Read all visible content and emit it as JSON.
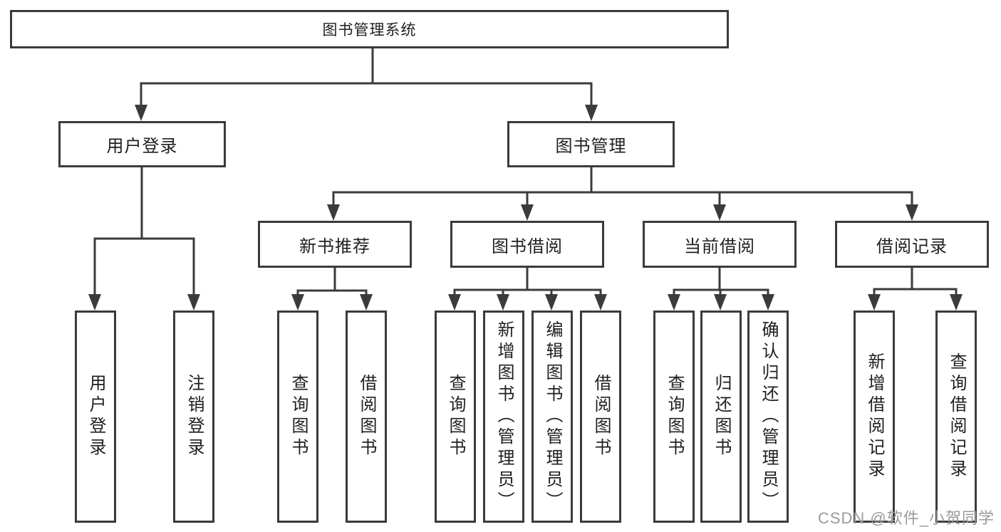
{
  "watermark": "CSDN @软件_小贺同学",
  "colors": {
    "line": "#3b3b3b",
    "text": "#1f1f1f",
    "watermark": "#9a9a9a",
    "background": "#ffffff"
  },
  "tree": {
    "label": "图书管理系统",
    "children": [
      {
        "label": "用户登录",
        "children": [
          {
            "label": "用户登录"
          },
          {
            "label": "注销登录"
          }
        ]
      },
      {
        "label": "图书管理",
        "children": [
          {
            "label": "新书推荐",
            "children": [
              {
                "label": "查询图书"
              },
              {
                "label": "借阅图书"
              }
            ]
          },
          {
            "label": "图书借阅",
            "children": [
              {
                "label": "查询图书"
              },
              {
                "label": "新增图书（管理员）"
              },
              {
                "label": "编辑图书（管理员）"
              },
              {
                "label": "借阅图书"
              }
            ]
          },
          {
            "label": "当前借阅",
            "children": [
              {
                "label": "查询图书"
              },
              {
                "label": "归还图书"
              },
              {
                "label": "确认归还（管理员）"
              }
            ]
          },
          {
            "label": "借阅记录",
            "children": [
              {
                "label": "新增借阅记录"
              },
              {
                "label": "查询借阅记录"
              }
            ]
          }
        ]
      }
    ]
  }
}
